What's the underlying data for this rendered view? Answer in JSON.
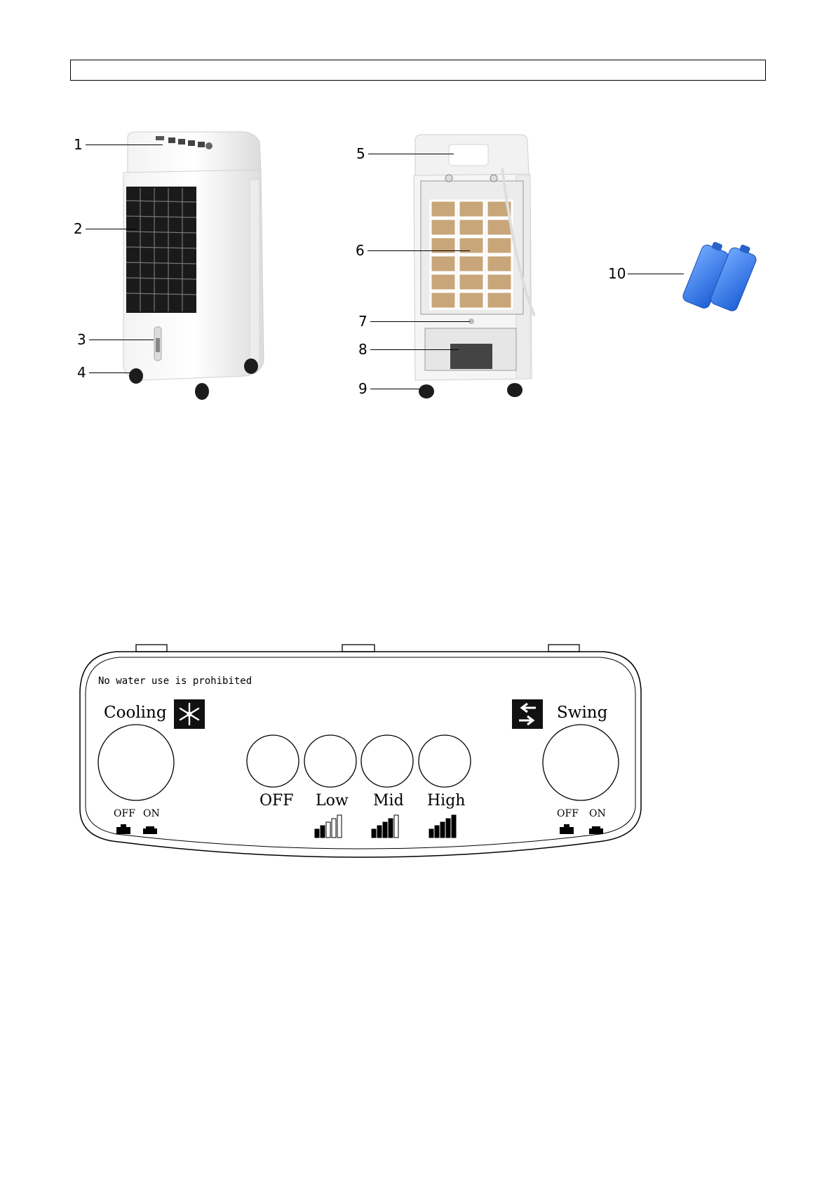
{
  "header": {
    "title": ""
  },
  "figure_parts": {
    "labels": [
      "1",
      "2",
      "3",
      "4",
      "5",
      "6",
      "7",
      "8",
      "9",
      "10"
    ]
  },
  "control_panel": {
    "warning": "No water use is prohibited",
    "cooling": {
      "label": "Cooling",
      "off": "OFF",
      "on": "ON"
    },
    "swing": {
      "label": "Swing",
      "off": "OFF",
      "on": "ON"
    },
    "speed": [
      {
        "label": "OFF",
        "filled_bars": 0
      },
      {
        "label": "Low",
        "filled_bars": 2
      },
      {
        "label": "Mid",
        "filled_bars": 4
      },
      {
        "label": "High",
        "filled_bars": 5
      }
    ],
    "icons": {
      "cooling": "snowflake-icon",
      "swing": "swing-arrows-icon"
    }
  }
}
